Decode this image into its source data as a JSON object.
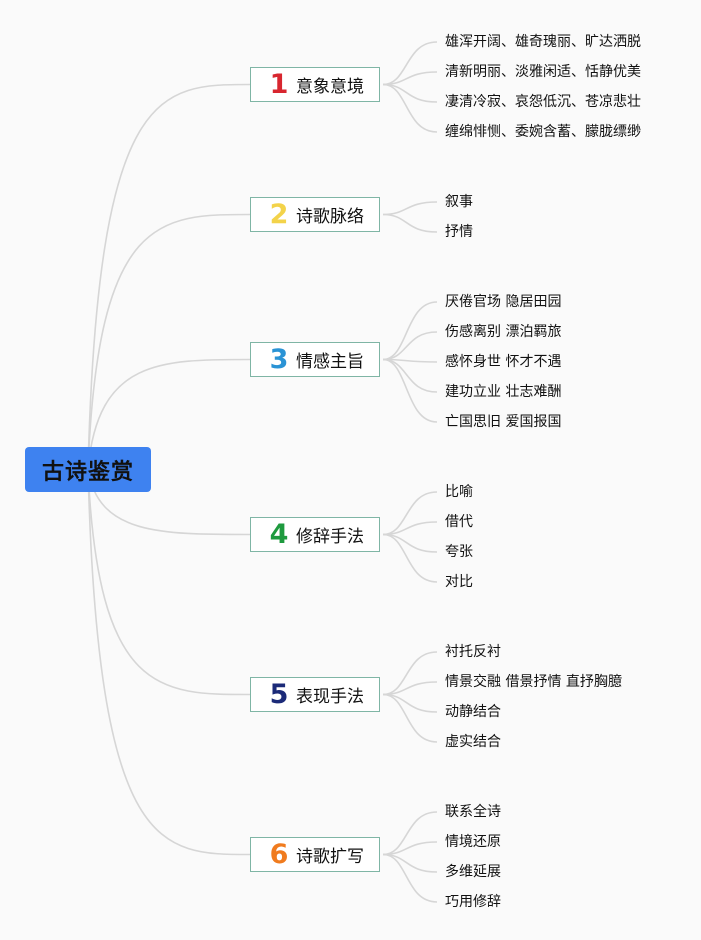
{
  "root": {
    "label": "古诗鉴赏"
  },
  "colors": {
    "root": "#3e82f0",
    "border": "#7fb5a5",
    "line": "#d6d6d6"
  },
  "branches": [
    {
      "number": "1",
      "label": "意象意境",
      "color": "#d8262f",
      "items": [
        "雄浑开阔、雄奇瑰丽、旷达洒脱",
        "清新明丽、淡雅闲适、恬静优美",
        "凄清冷寂、哀怨低沉、苍凉悲壮",
        "缠绵悱恻、委婉含蓄、朦胧缥缈"
      ]
    },
    {
      "number": "2",
      "label": "诗歌脉络",
      "color": "#f3d34a",
      "items": [
        "叙事",
        "抒情"
      ]
    },
    {
      "number": "3",
      "label": "情感主旨",
      "color": "#2a93d5",
      "items": [
        "厌倦官场 隐居田园",
        "伤感离别 漂泊羁旅",
        "感怀身世 怀才不遇",
        "建功立业 壮志难酬",
        "亡国思旧 爱国报国"
      ]
    },
    {
      "number": "4",
      "label": "修辞手法",
      "color": "#1e9a3e",
      "items": [
        "比喻",
        "借代",
        "夸张",
        "对比"
      ]
    },
    {
      "number": "5",
      "label": "表现手法",
      "color": "#1b2a78",
      "items": [
        "衬托反衬",
        "情景交融 借景抒情 直抒胸臆",
        "动静结合",
        "虚实结合"
      ]
    },
    {
      "number": "6",
      "label": "诗歌扩写",
      "color": "#f07b1e",
      "items": [
        "联系全诗",
        "情境还原",
        "多维延展",
        "巧用修辞"
      ]
    }
  ]
}
